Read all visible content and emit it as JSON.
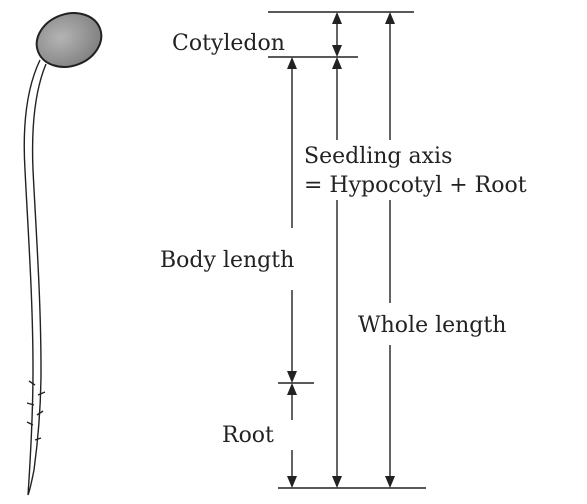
{
  "labels": {
    "cotyledon": "Cotyledon",
    "seedling_axis": "Seedling axis",
    "seedling_axis_formula": "= Hypocotyl + Root",
    "body_length": "Body length",
    "root": "Root",
    "whole_length": "Whole length"
  },
  "colors": {
    "ink": "#222222",
    "cotyledon_fill": "#9a9a9a",
    "background": "#ffffff"
  }
}
